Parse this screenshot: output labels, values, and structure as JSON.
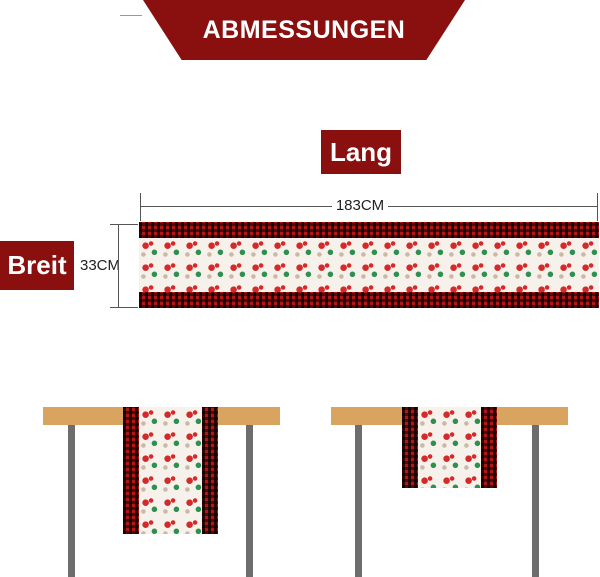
{
  "header": {
    "title": "ABMESSUNGEN"
  },
  "dimensions": {
    "length_label": "Lang",
    "length_value": "183CM",
    "width_label": "Breit",
    "width_value": "33CM"
  },
  "colors": {
    "banner": "#8a0f0f",
    "plaid_red": "#b01818",
    "tabletop": "#d9a45f",
    "table_leg": "#6d6d6d"
  }
}
